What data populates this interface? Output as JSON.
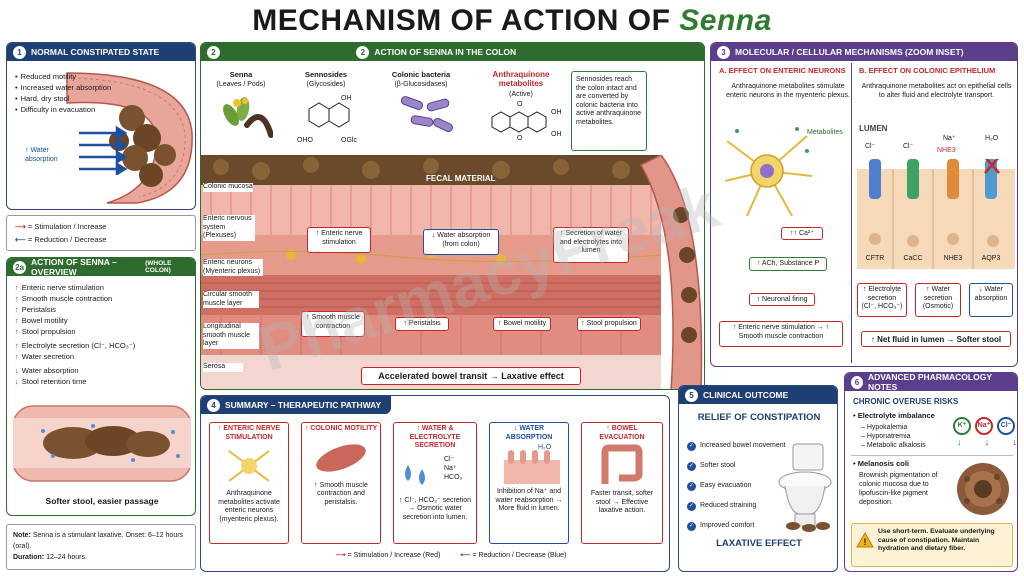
{
  "title": {
    "main": "MECHANISM OF ACTION OF ",
    "highlight": "Senna"
  },
  "p1": {
    "num": "1",
    "title": "NORMAL CONSTIPATED STATE",
    "items": [
      "Reduced motility",
      "Increased water absorption",
      "Hard, dry stool",
      "Difficulty in evacuation"
    ],
    "water_label": "Water absorption"
  },
  "legend1": {
    "stim": "= Stimulation / Increase",
    "red": "= Reduction / Decrease"
  },
  "p2a": {
    "num": "2a",
    "title": "ACTION OF SENNA – OVERVIEW",
    "title_small": "(WHOLE COLON)",
    "up_items": [
      "Enteric nerve stimulation",
      "Smooth muscle contraction",
      "Peristalsis",
      "Bowel motility",
      "Stool propulsion"
    ],
    "up_items2": [
      "Electrolyte secretion (Cl⁻, HCO₃⁻)",
      "Water secretion"
    ],
    "down_items": [
      "Water absorption",
      "Stool retention time"
    ],
    "caption": "Softer stool, easier passage"
  },
  "note": {
    "label": "Note:",
    "text": "Senna is a stimulant laxative. Onset: 6–12 hours (oral).",
    "dur_label": "Duration:",
    "dur": "12–24 hours."
  },
  "p2": {
    "num1": "2",
    "num2": "2",
    "title": "ACTION OF SENNA IN THE COLON",
    "senna": {
      "name": "Senna",
      "sub": "(Leaves / Pods)"
    },
    "sennosides": {
      "name": "Sennosides",
      "sub": "(Glycosides)",
      "oh1": "OH",
      "oh2": "OHO",
      "glc": "OGlc"
    },
    "bacteria": {
      "name": "Colonic bacteria",
      "sub": "(β-Glucosidases)"
    },
    "anthra": {
      "name": "Anthraquinone metabolites",
      "sub": "(Active)",
      "o1": "O",
      "o2": "O",
      "oh1": "OH",
      "oh2": "OH"
    },
    "note": "Sennosides reach the colon intact and are converted by colonic bacteria into active anthraquinone metabolites.",
    "fecal": "FECAL MATERIAL",
    "labels": [
      "Colonic mucosa",
      "Enteric nervous system (Plexuses)",
      "Enteric neurons (Myenteric plexus)",
      "Circular smooth muscle layer",
      "Longitudinal smooth muscle layer",
      "Serosa"
    ],
    "nerve": "↑ Enteric nerve stimulation",
    "water_abs": "↓ Water absorption",
    "water_abs_sub": "(from colon)",
    "secretion": "↑ Secretion of water and electrolytes into lumen",
    "smooth": "↑ Smooth muscle contraction",
    "peristalsis": "↑ Peristalsis",
    "motility": "↑ Bowel motility",
    "propulsion": "↑ Stool propulsion",
    "transit": "Accelerated bowel transit → Laxative effect"
  },
  "p3": {
    "num": "3",
    "title": "MOLECULAR / CELLULAR MECHANISMS (ZOOM INSET)",
    "a_title": "A. EFFECT ON ENTERIC NEURONS",
    "a_text": "Anthraquinone metabolites stimulate enteric neurons in the myenteric plexus.",
    "metabolites": "Metabolites",
    "ca": "↑↑ Ca²⁺",
    "ach": "↑ ACh, Substance P",
    "firing": "↑ Neuronal firing",
    "a_result": "↑ Enteric nerve stimulation → ↑ Smooth muscle contraction",
    "b_title": "B. EFFECT ON COLONIC EPITHELIUM",
    "b_text": "Anthraquinone metabolites act on epithelial cells to alter fluid and electrolyte transport.",
    "lumen": "LUMEN",
    "cl1": "Cl⁻",
    "cl2": "Cl⁻",
    "na": "Na⁺",
    "h2o": "H₂O",
    "nhe": "NHE3",
    "channels": [
      "CFTR",
      "CaCC",
      "NHE3",
      "AQP3"
    ],
    "elec": "↑ Electrolyte secretion (Cl⁻, HCO₃⁻)",
    "water_sec": "↑ Water secretion (Osmotic)",
    "water_abs": "↓ Water absorption",
    "b_result": "↑ Net fluid in lumen → Softer stool"
  },
  "p4": {
    "num": "4",
    "title": "SUMMARY – THERAPEUTIC PATHWAY",
    "steps": [
      {
        "title": "↑ ENTERIC NERVE STIMULATION",
        "text": "Anthraquinone metabolites activate enteric neurons (myenteric plexus)."
      },
      {
        "title": "↑ COLONIC MOTILITY",
        "text": "↑ Smooth muscle contraction and peristalsis."
      },
      {
        "title": "↑ WATER & ELECTROLYTE SECRETION",
        "text": "↑ Cl⁻, HCO₃⁻ secretion → Osmotic water secretion into lumen."
      },
      {
        "title": "↓ WATER ABSORPTION",
        "text": "Inhibition of Na⁺ and water reabsorption → More fluid in lumen."
      },
      {
        "title": "↑ BOWEL EVACUATION",
        "text": "Faster transit, softer stool → Effective laxative action."
      }
    ],
    "ions": [
      "Cl⁻",
      "Na⁺",
      "HCO₃"
    ],
    "h2o": "H₂O",
    "legend_stim": "= Stimulation / Increase (Red)",
    "legend_red": "= Reduction / Decrease (Blue)"
  },
  "p5": {
    "num": "5",
    "title": "CLINICAL OUTCOME",
    "headline": "RELIEF OF CONSTIPATION",
    "items": [
      "Increased bowel movement",
      "Softer stool",
      "Easy evacuation",
      "Reduced straining",
      "Improved comfort"
    ],
    "footer": "LAXATIVE EFFECT"
  },
  "p6": {
    "num": "6",
    "title": "ADVANCED PHARMACOLOGY NOTES",
    "subtitle": "CHRONIC OVERUSE RISKS",
    "imb": "Electrolyte imbalance",
    "imb_items": [
      "Hypokalemia",
      "Hyponatremia",
      "Metabolic alkalosis"
    ],
    "ions": [
      "K⁺",
      "Na⁺",
      "Cl⁻"
    ],
    "mel": "Melanosis coli",
    "mel_text": "Brownish pigmentation of colonic mucosa due to lipofuscin-like pigment deposition.",
    "warn": "Use short-term. Evaluate underlying cause of constipation. Maintain hydration and dietary fiber."
  },
  "watermark": "PharmacyFreak",
  "colors": {
    "navy": "#1e3f73",
    "green": "#2e6b2e",
    "purple": "#5b3f8c",
    "red": "#c62828",
    "blue": "#1e4fa0"
  }
}
